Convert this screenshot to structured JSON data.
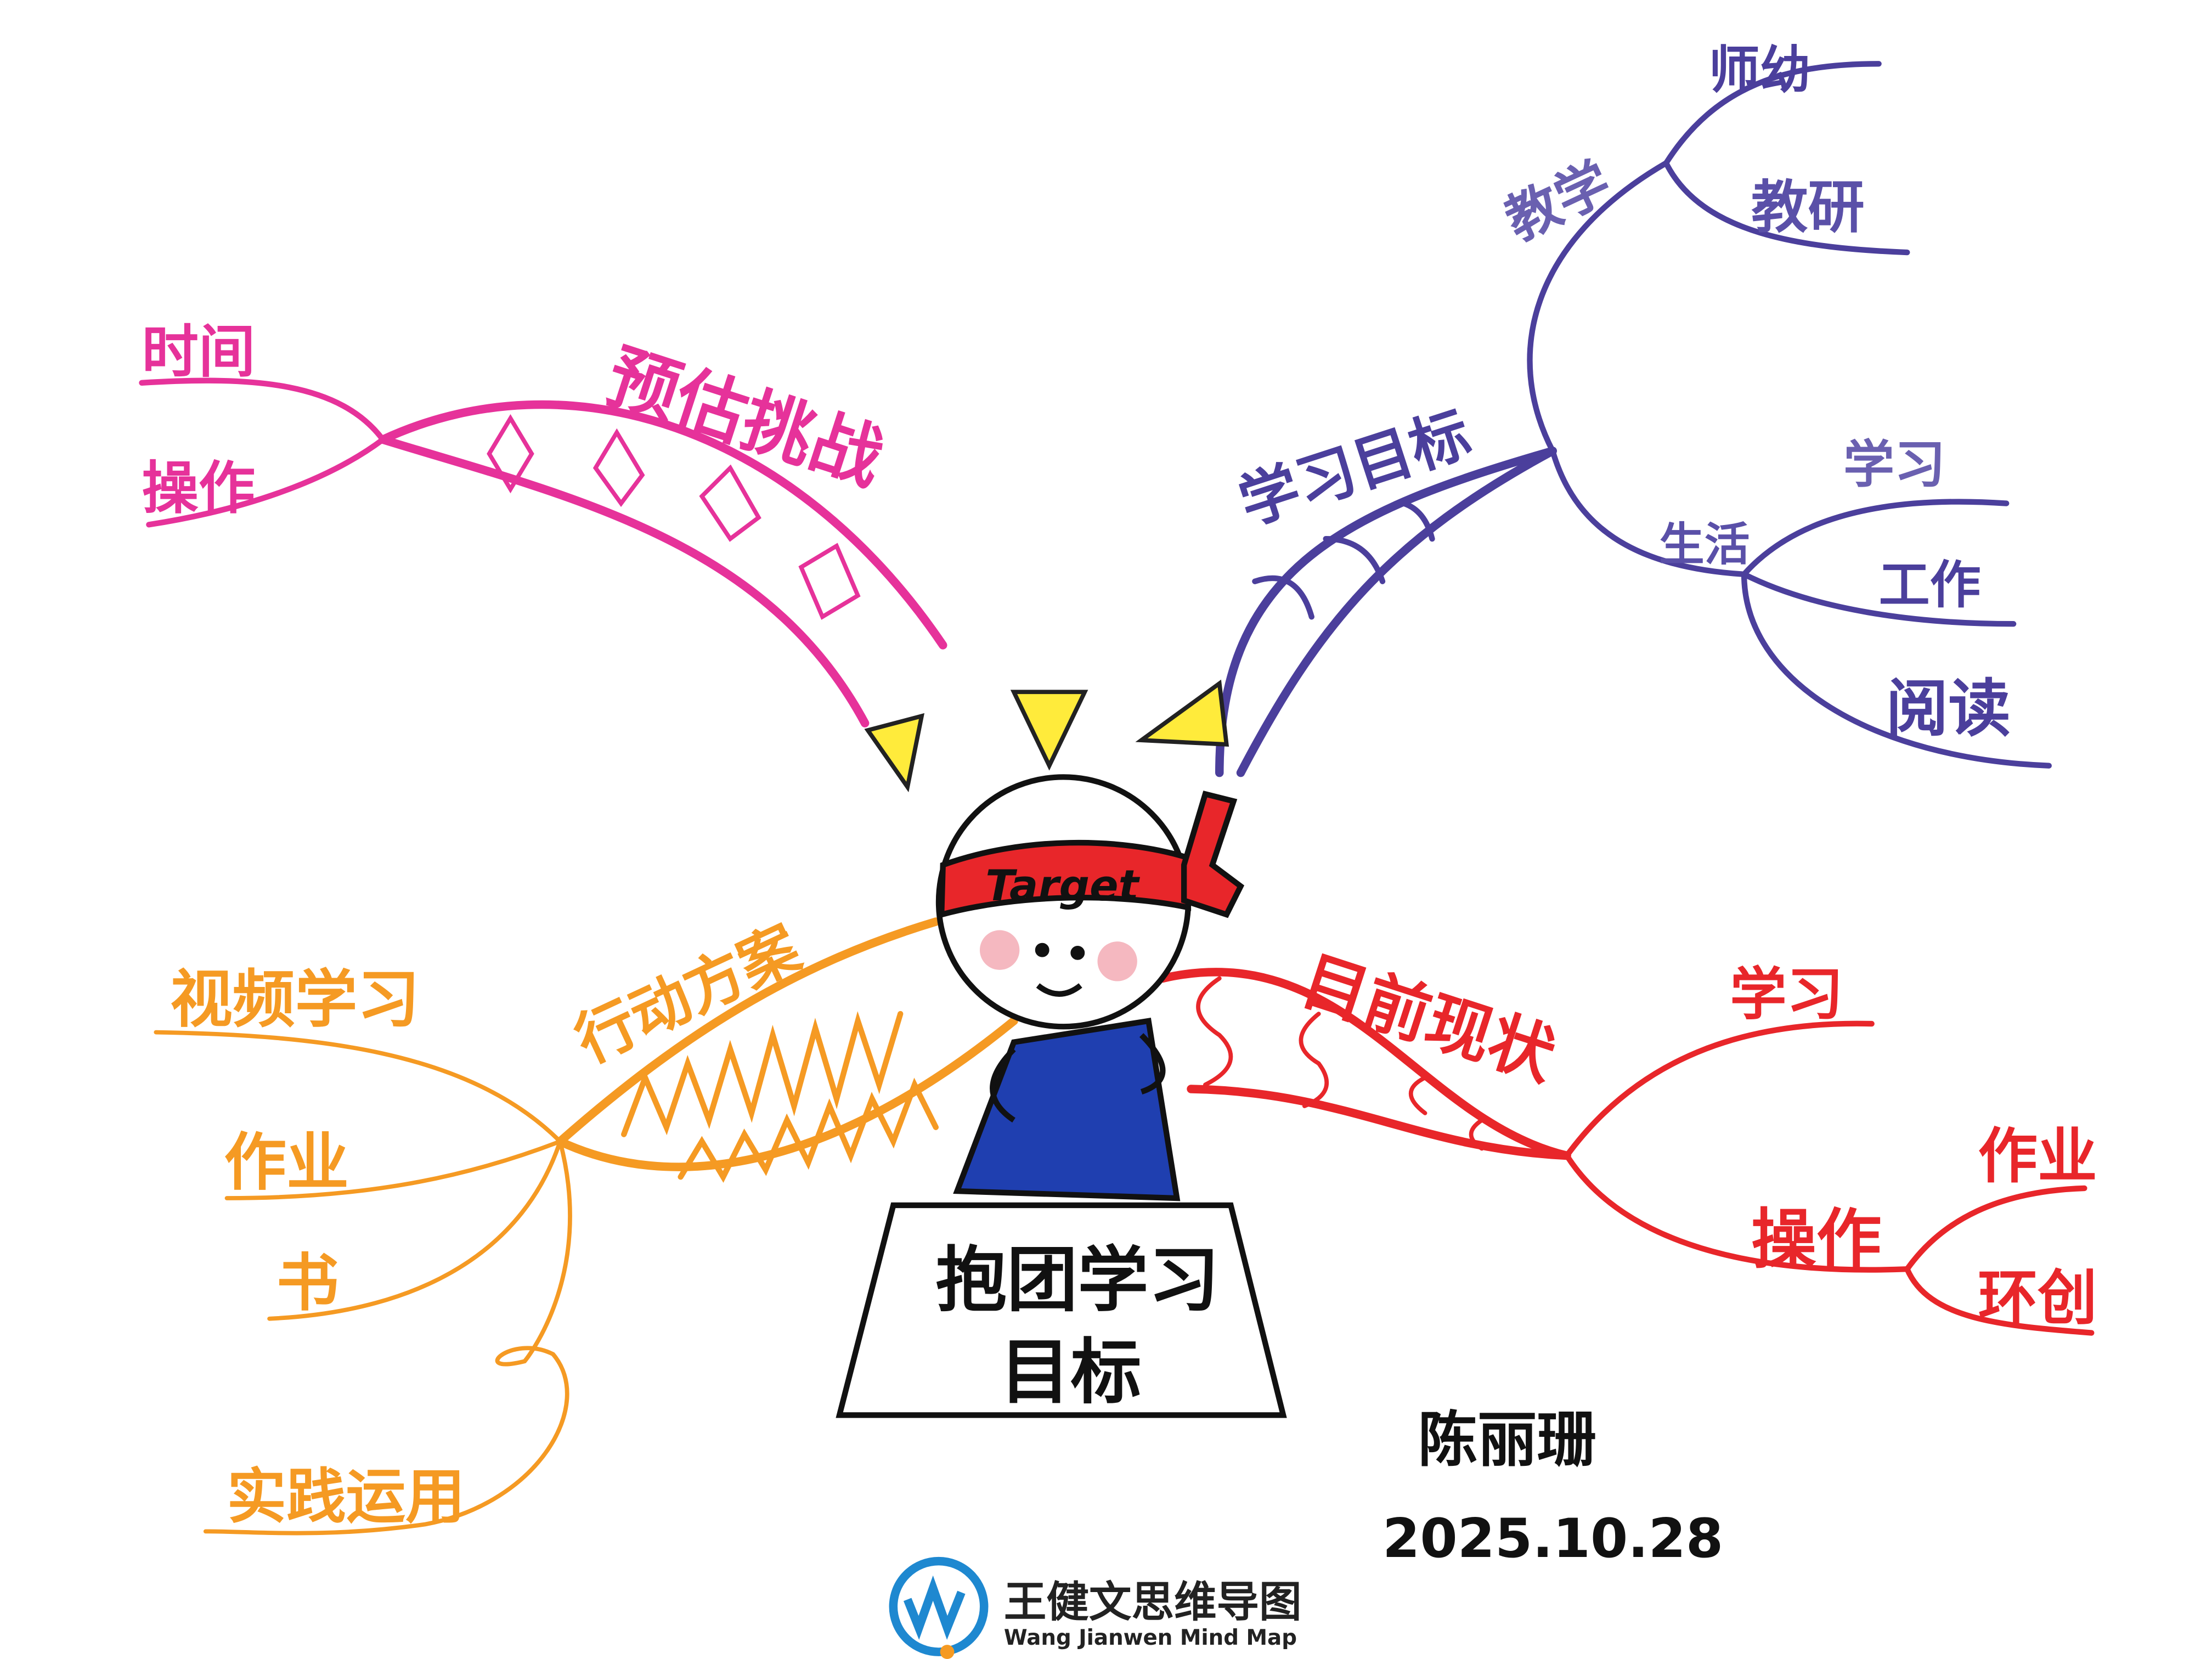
{
  "center": {
    "title_line1": "抱团学习",
    "title_line2": "目标",
    "headband": "Target"
  },
  "branches": {
    "challenge": {
      "label": "预估挑战",
      "color": "#e6329a",
      "children": [
        "时间",
        "操作"
      ]
    },
    "goals": {
      "label": "学习目标",
      "color": "#4b3f9c",
      "sub": [
        {
          "label": "教学",
          "children": [
            "师幼",
            "教研"
          ]
        },
        {
          "label": "生活",
          "children": [
            "学习",
            "工作",
            "阅读"
          ]
        }
      ]
    },
    "plan": {
      "label": "行动方案",
      "color": "#f59a23",
      "children": [
        "视频学习",
        "作业",
        "书",
        "实践运用"
      ]
    },
    "status": {
      "label": "目前现状",
      "color": "#e8262a",
      "children": [
        "学习"
      ],
      "sub": [
        {
          "label": "操作",
          "children": [
            "作业",
            "环创"
          ]
        }
      ]
    }
  },
  "signature": {
    "name": "陈丽珊",
    "date": "2025.10.28"
  },
  "logo": {
    "text_cn": "王健文思维导图",
    "text_en": "Wang Jianwen Mind Map",
    "color": "#1e88d0"
  }
}
